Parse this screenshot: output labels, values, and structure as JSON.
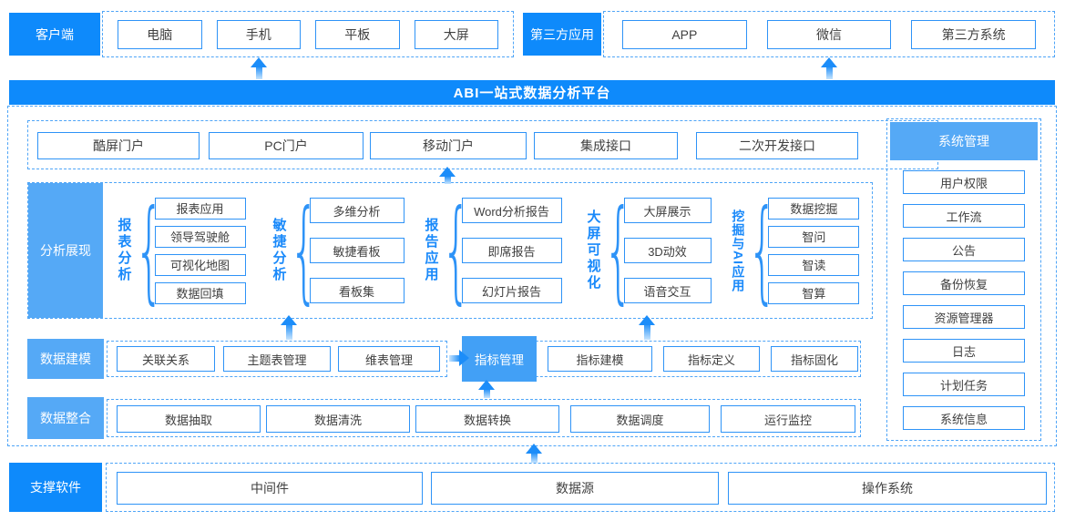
{
  "glyphs": {
    "brace": "{"
  },
  "colors": {
    "primary": "#0E8AFB",
    "light_blue": "#55A9F6",
    "metric_blue": "#42A0F6",
    "box_border": "#2E93F7",
    "dashed_border": "#4FA5F7",
    "group_label": "#1989FA"
  },
  "top": {
    "client": {
      "label": "客户端",
      "items": [
        "电脑",
        "手机",
        "平板",
        "大屏"
      ]
    },
    "third_party": {
      "label": "第三方应用",
      "items": [
        "APP",
        "微信",
        "第三方系统"
      ]
    }
  },
  "banner": {
    "title": "ABI一站式数据分析平台"
  },
  "portal": {
    "items": [
      "酷屏门户",
      "PC门户",
      "移动门户",
      "集成接口",
      "二次开发接口"
    ]
  },
  "analysis": {
    "label": "分析展现",
    "groups": [
      {
        "name": "报表分析",
        "items": [
          "报表应用",
          "领导驾驶舱",
          "可视化地图",
          "数据回填"
        ]
      },
      {
        "name": "敏捷分析",
        "items": [
          "多维分析",
          "敏捷看板",
          "看板集"
        ]
      },
      {
        "name": "报告应用",
        "items": [
          "Word分析报告",
          "即席报告",
          "幻灯片报告"
        ]
      },
      {
        "name": "大屏可视化",
        "items": [
          "大屏展示",
          "3D动效",
          "语音交互"
        ]
      },
      {
        "name": "挖掘与AI应用",
        "items": [
          "数据挖掘",
          "智问",
          "智读",
          "智算"
        ]
      }
    ]
  },
  "modeling": {
    "label": "数据建模",
    "items": [
      "关联关系",
      "主题表管理",
      "维表管理"
    ],
    "metric": {
      "label": "指标管理",
      "items": [
        "指标建模",
        "指标定义",
        "指标固化"
      ]
    }
  },
  "integration": {
    "label": "数据整合",
    "items": [
      "数据抽取",
      "数据清洗",
      "数据转换",
      "数据调度",
      "运行监控"
    ]
  },
  "system": {
    "label": "系统管理",
    "items": [
      "用户权限",
      "工作流",
      "公告",
      "备份恢复",
      "资源管理器",
      "日志",
      "计划任务",
      "系统信息"
    ]
  },
  "support": {
    "label": "支撑软件",
    "items": [
      "中间件",
      "数据源",
      "操作系统"
    ]
  }
}
